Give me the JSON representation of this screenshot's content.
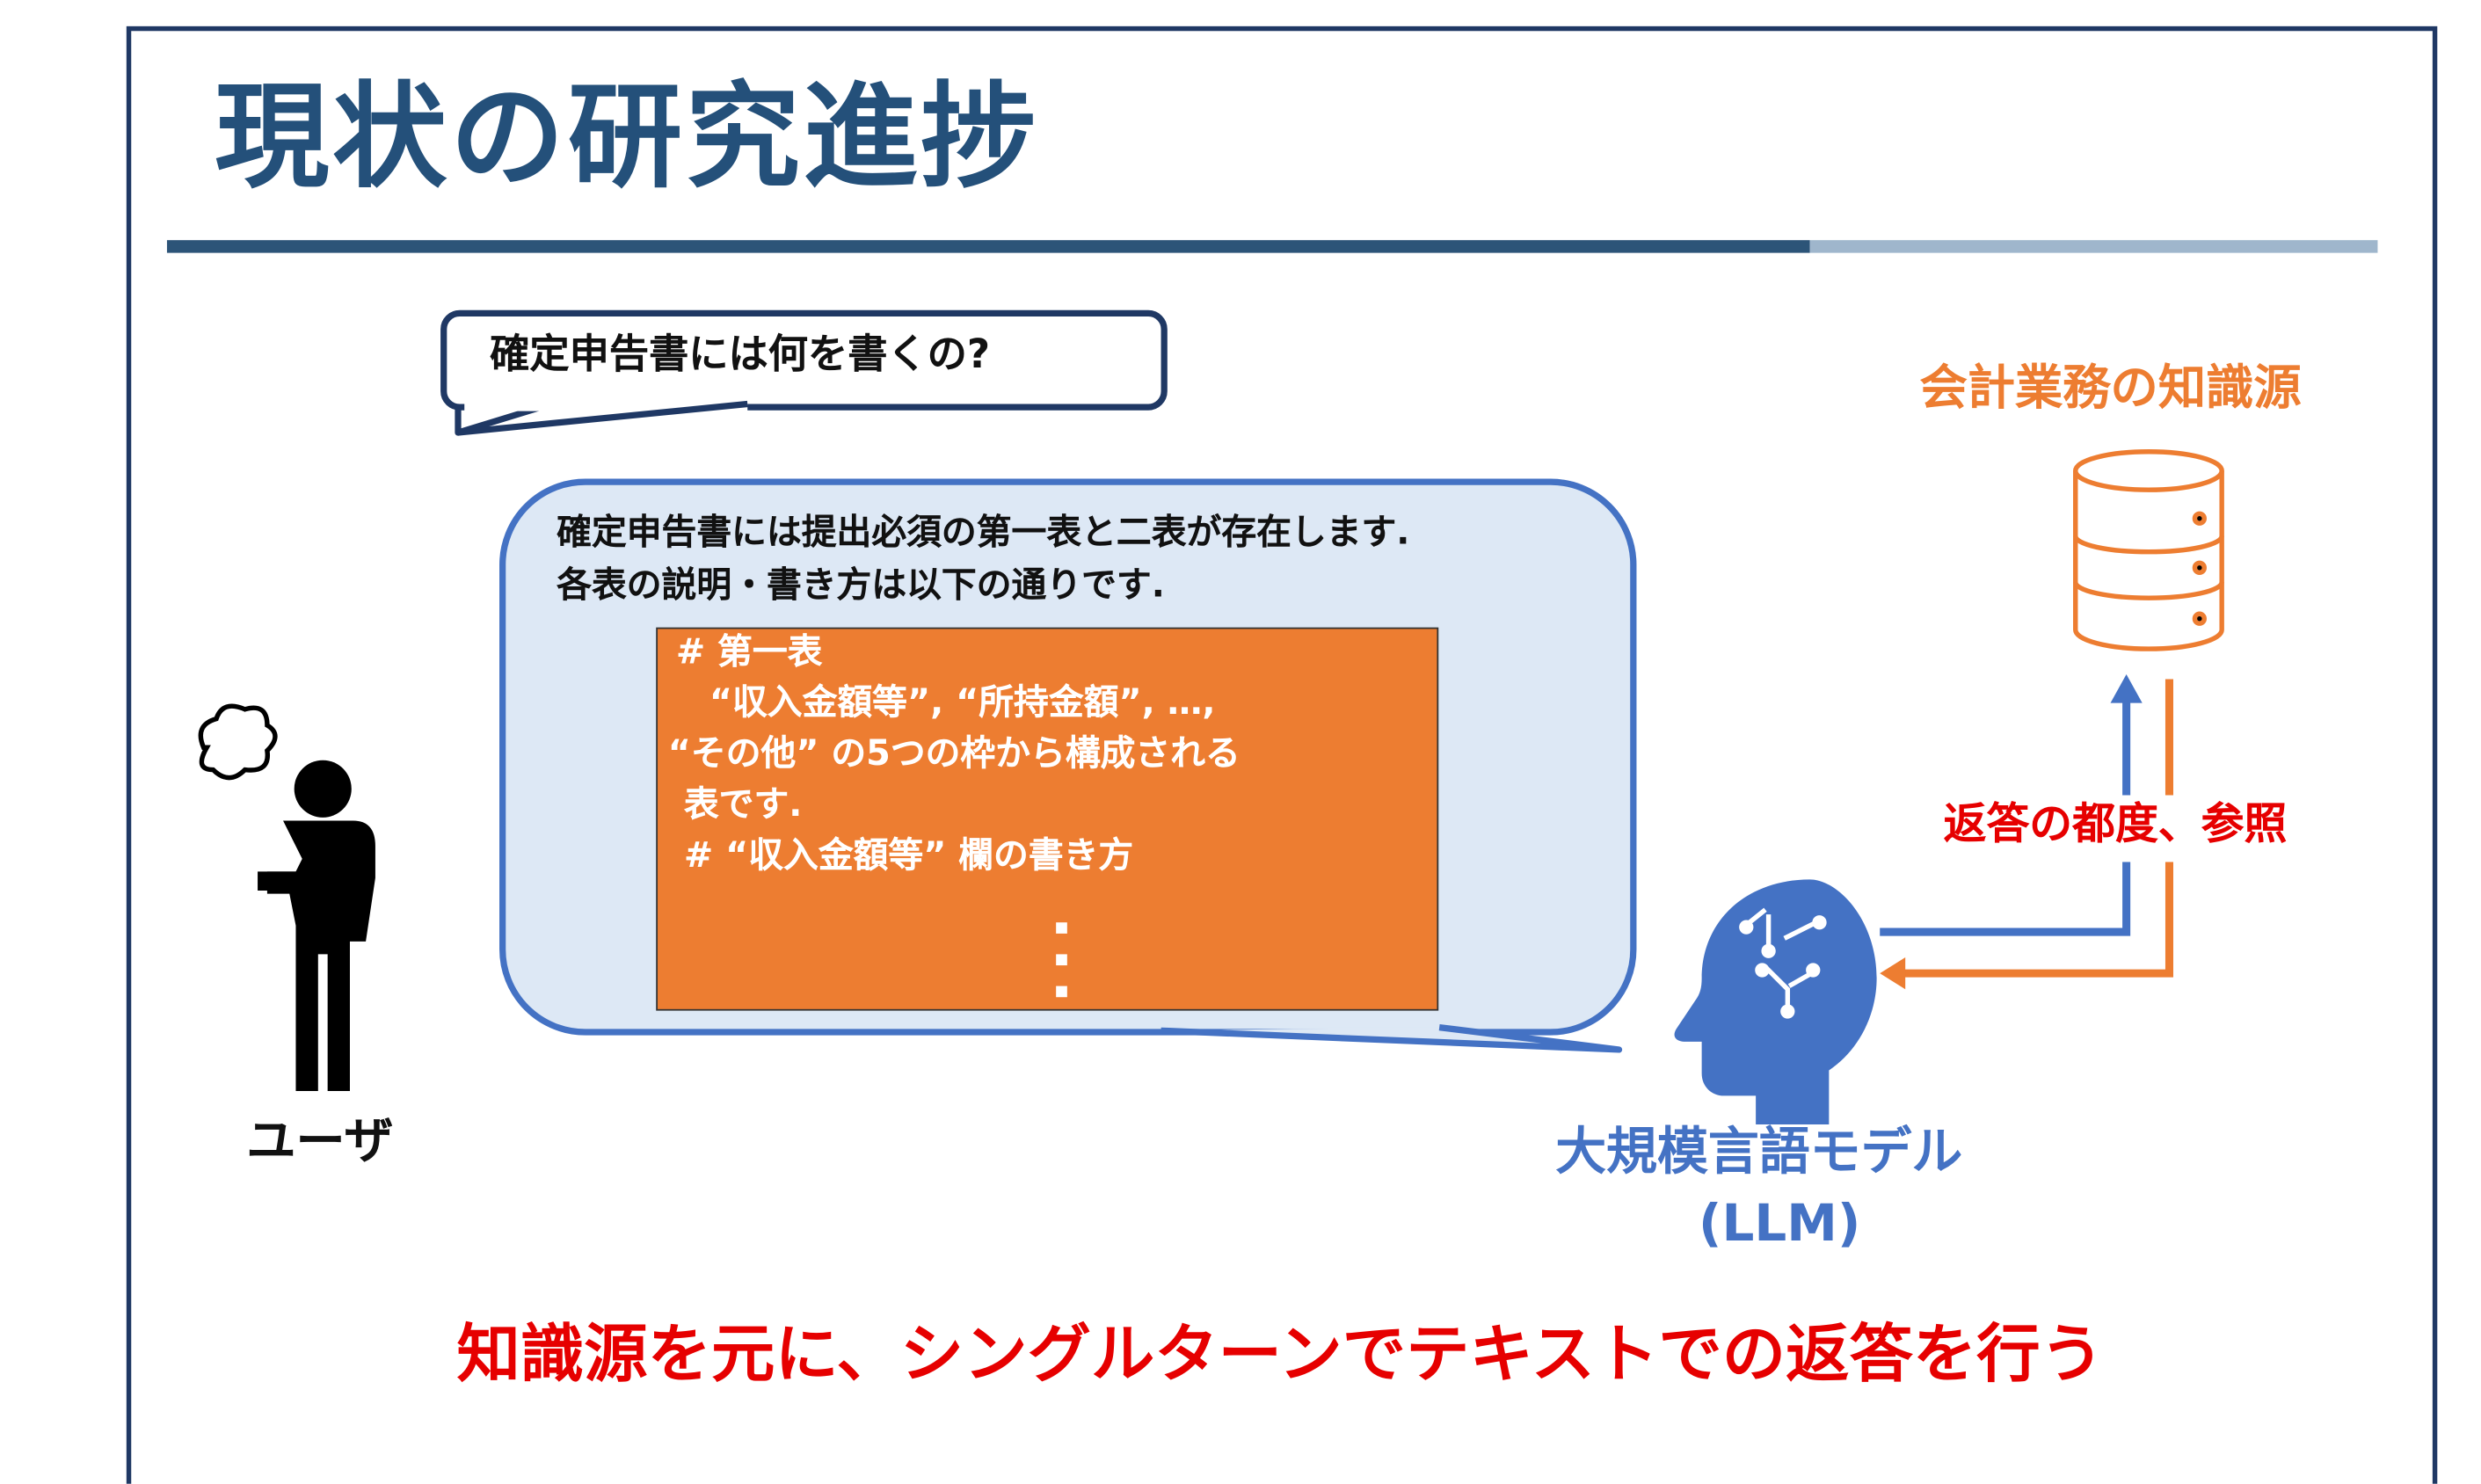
{
  "title": "現状の研究進捗",
  "user_question": "確定申告書には何を書くの?",
  "llm_answer": {
    "lines": [
      "確定申告書には提出必須の第一表と二表が存在します.",
      "各表の説明・書き方は以下の通りです."
    ],
    "knowledge_excerpt": [
      "# 第一表",
      "“収入金額等”, “所持金額”, …,",
      "“その他” の5つの枠から構成される",
      "表です.",
      "# “収入金額等” 欄の書き方"
    ]
  },
  "user_label": "ユーザ",
  "knowledge_source_label": "会計業務の知識源",
  "reference_label": "返答の都度、参照",
  "llm_label": [
    "大規模言語モデル",
    "(LLM)"
  ],
  "summary": "知識源を元に、シングルターンでテキストでの返答を行う",
  "colors": {
    "navy": "#1f3864",
    "blue": "#4472c4",
    "orange": "#ed7d31",
    "red": "#e60000",
    "bubble_fill": "#dde8f5"
  }
}
